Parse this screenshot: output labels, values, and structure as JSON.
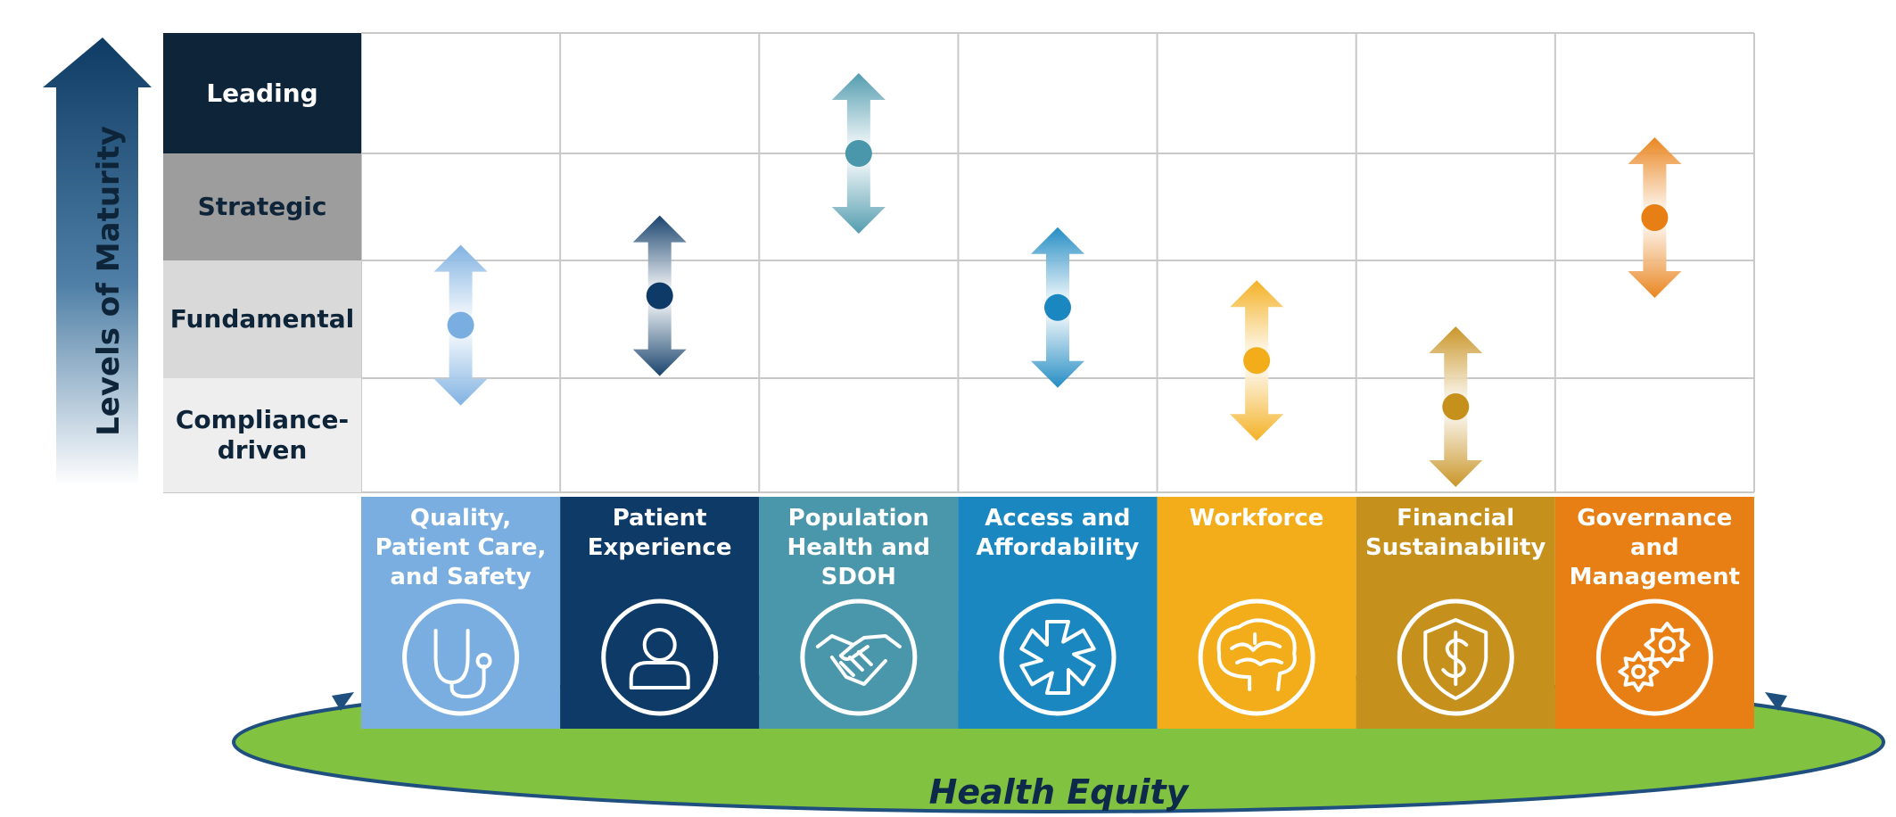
{
  "axis_label": "Levels of Maturity",
  "levels": [
    {
      "label": "Leading",
      "bg": "#0e2438",
      "fg": "#ffffff"
    },
    {
      "label": "Strategic",
      "bg": "#9d9d9d",
      "fg": "#0e2438"
    },
    {
      "label": "Fundamental",
      "bg": "#d9d9d9",
      "fg": "#0e2438"
    },
    {
      "label": "Compliance-\ndriven",
      "bg": "#eeeeee",
      "fg": "#0e2438"
    }
  ],
  "domains": [
    {
      "label": "Quality,\nPatient Care,\nand Safety",
      "color": "#7aaee0",
      "icon": "stethoscope-icon",
      "level_position": 2.55
    },
    {
      "label": "Patient\nExperience",
      "color": "#0d3a66",
      "icon": "person-icon",
      "level_position": 2.3
    },
    {
      "label": "Population\nHealth and\nSDOH",
      "color": "#4a97ab",
      "icon": "handshake-icon",
      "level_position": 1.0
    },
    {
      "label": "Access and\nAffordability",
      "color": "#1a87c1",
      "icon": "medical-star-icon",
      "level_position": 2.4
    },
    {
      "label": "Workforce",
      "color": "#f3ad1a",
      "icon": "brain-icon",
      "level_position": 2.85
    },
    {
      "label": "Financial\nSustainability",
      "color": "#c6901d",
      "icon": "dollar-shield-icon",
      "level_position": 3.25
    },
    {
      "label": "Governance\nand\nManagement",
      "color": "#e87f14",
      "icon": "gears-icon",
      "level_position": 1.6
    }
  ],
  "foundation": {
    "label": "Health Equity",
    "color": "#82c241",
    "border": "#1e4f7e"
  }
}
